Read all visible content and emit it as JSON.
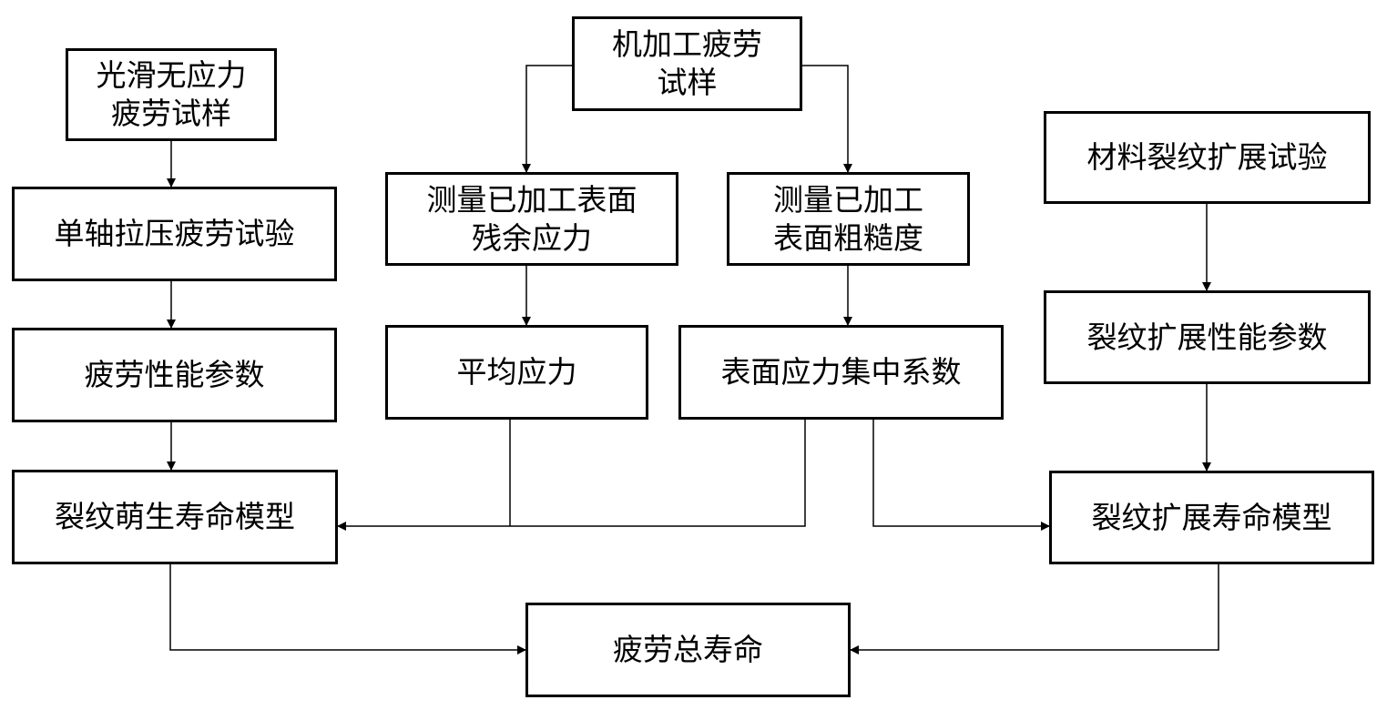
{
  "nodes": {
    "smooth_specimen": "光滑无应力\n疲劳试样",
    "machined_specimen": "机加工疲劳\n试样",
    "crack_growth_test": "材料裂纹扩展试验",
    "uniaxial_test": "单轴拉压疲劳试验",
    "measure_residual_stress": "测量已加工表面\n残余应力",
    "measure_roughness": "测量已加工\n表面粗糙度",
    "fatigue_params": "疲劳性能参数",
    "mean_stress": "平均应力",
    "stress_concentration": "表面应力集中系数",
    "crack_growth_params": "裂纹扩展性能参数",
    "initiation_model": "裂纹萌生寿命模型",
    "propagation_model": "裂纹扩展寿命模型",
    "total_life": "疲劳总寿命"
  },
  "edges": [
    [
      "smooth_specimen",
      "uniaxial_test"
    ],
    [
      "uniaxial_test",
      "fatigue_params"
    ],
    [
      "fatigue_params",
      "initiation_model"
    ],
    [
      "machined_specimen",
      "measure_residual_stress"
    ],
    [
      "machined_specimen",
      "measure_roughness"
    ],
    [
      "measure_residual_stress",
      "mean_stress"
    ],
    [
      "measure_roughness",
      "stress_concentration"
    ],
    [
      "mean_stress",
      "initiation_model"
    ],
    [
      "stress_concentration",
      "initiation_model"
    ],
    [
      "stress_concentration",
      "propagation_model"
    ],
    [
      "crack_growth_test",
      "crack_growth_params"
    ],
    [
      "crack_growth_params",
      "propagation_model"
    ],
    [
      "initiation_model",
      "total_life"
    ],
    [
      "propagation_model",
      "total_life"
    ]
  ]
}
